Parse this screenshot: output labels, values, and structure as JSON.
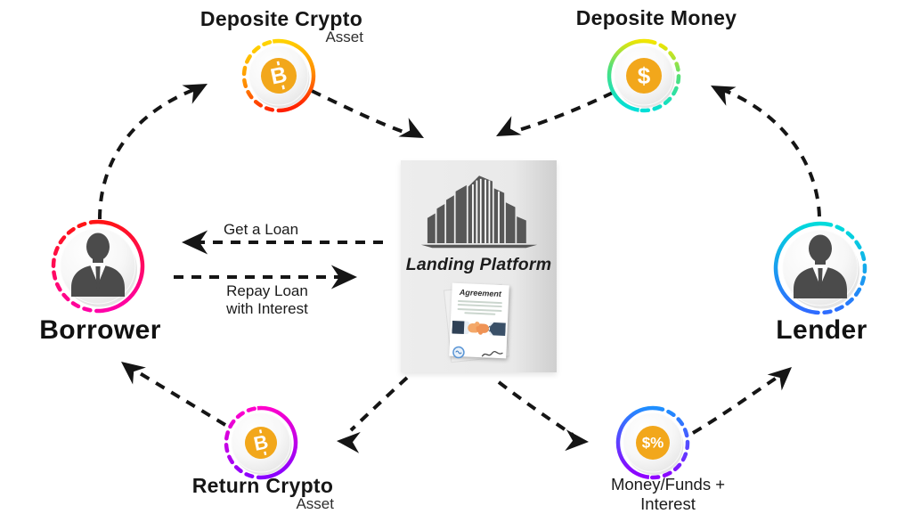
{
  "actors": {
    "borrower": "Borrower",
    "lender": "Lender"
  },
  "nodes": {
    "deposit_crypto": {
      "title": "Deposite Crypto",
      "subtitle": "Asset",
      "symbol": "B"
    },
    "deposit_money": {
      "title": "Deposite Money",
      "symbol": "$"
    },
    "return_crypto": {
      "title": "Return Crypto",
      "subtitle": "Asset",
      "symbol": "B"
    },
    "money_funds": {
      "title": "Money/Funds +",
      "subtitle": "Interest",
      "symbol": "$%"
    }
  },
  "platform": {
    "title": "Landing Platform",
    "document_title": "Agreement"
  },
  "flows": {
    "get_loan": "Get a Loan",
    "repay_loan_line1": "Repay Loan",
    "repay_loan_line2": "with Interest"
  },
  "colors": {
    "arrow": "#151515",
    "coin_orange": "#F2A71B",
    "person_gray": "#4B4B4B",
    "building_gray": "#575757",
    "crypto_ring": [
      "#FFD400",
      "#FF8A00",
      "#FF1E00"
    ],
    "money_ring": [
      "#F2E500",
      "#52E07A",
      "#00DFD8"
    ],
    "borrower_ring": [
      "#FF1414",
      "#FF00A8"
    ],
    "lender_ring": [
      "#00DBDB",
      "#2F6BFF"
    ],
    "return_ring": [
      "#FF00CC",
      "#8800FF"
    ],
    "funds_ring": [
      "#1E8FFF",
      "#9000FF"
    ]
  }
}
